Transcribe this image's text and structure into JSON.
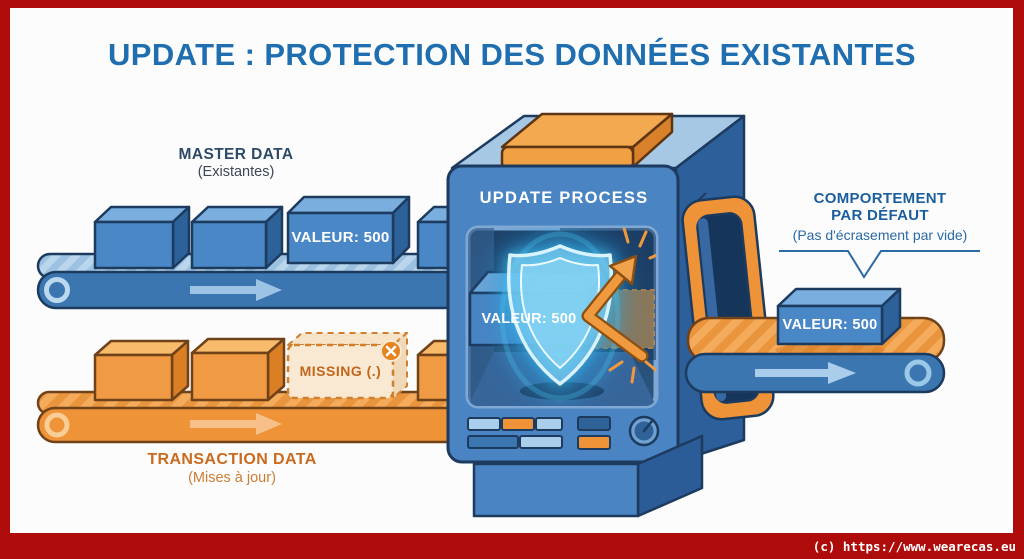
{
  "title": "UPDATE : PROTECTION DES DONNÉES EXISTANTES",
  "palette": {
    "frame_red": "#ae0b0b",
    "title_blue": "#1f6eb0",
    "master_blue": "#2c4a68",
    "machine_blue": "#4a84c2",
    "belt_blue": "#3b76b0",
    "orange": "#ee9337",
    "transaction_orange": "#c96a1f",
    "callout_blue": "#1b5e9e",
    "shield_cyan": "#49c3ee"
  },
  "master_conveyor": {
    "label": "MASTER DATA",
    "sublabel": "(Existantes)",
    "box_label": "VALEUR: 500"
  },
  "machine": {
    "title": "UPDATE PROCESS",
    "protected_value": "VALEUR: 500"
  },
  "transaction_conveyor": {
    "label": "TRANSACTION DATA",
    "sublabel": "(Mises à jour)",
    "missing_label": "MISSING (.)"
  },
  "output": {
    "callout_title": "COMPORTEMENT\nPAR DÉFAUT",
    "callout_sub": "(Pas d'écrasement par vide)",
    "box_label": "VALEUR: 500"
  },
  "footer": {
    "copyright": "(c) https://www.wearecas.eu"
  }
}
